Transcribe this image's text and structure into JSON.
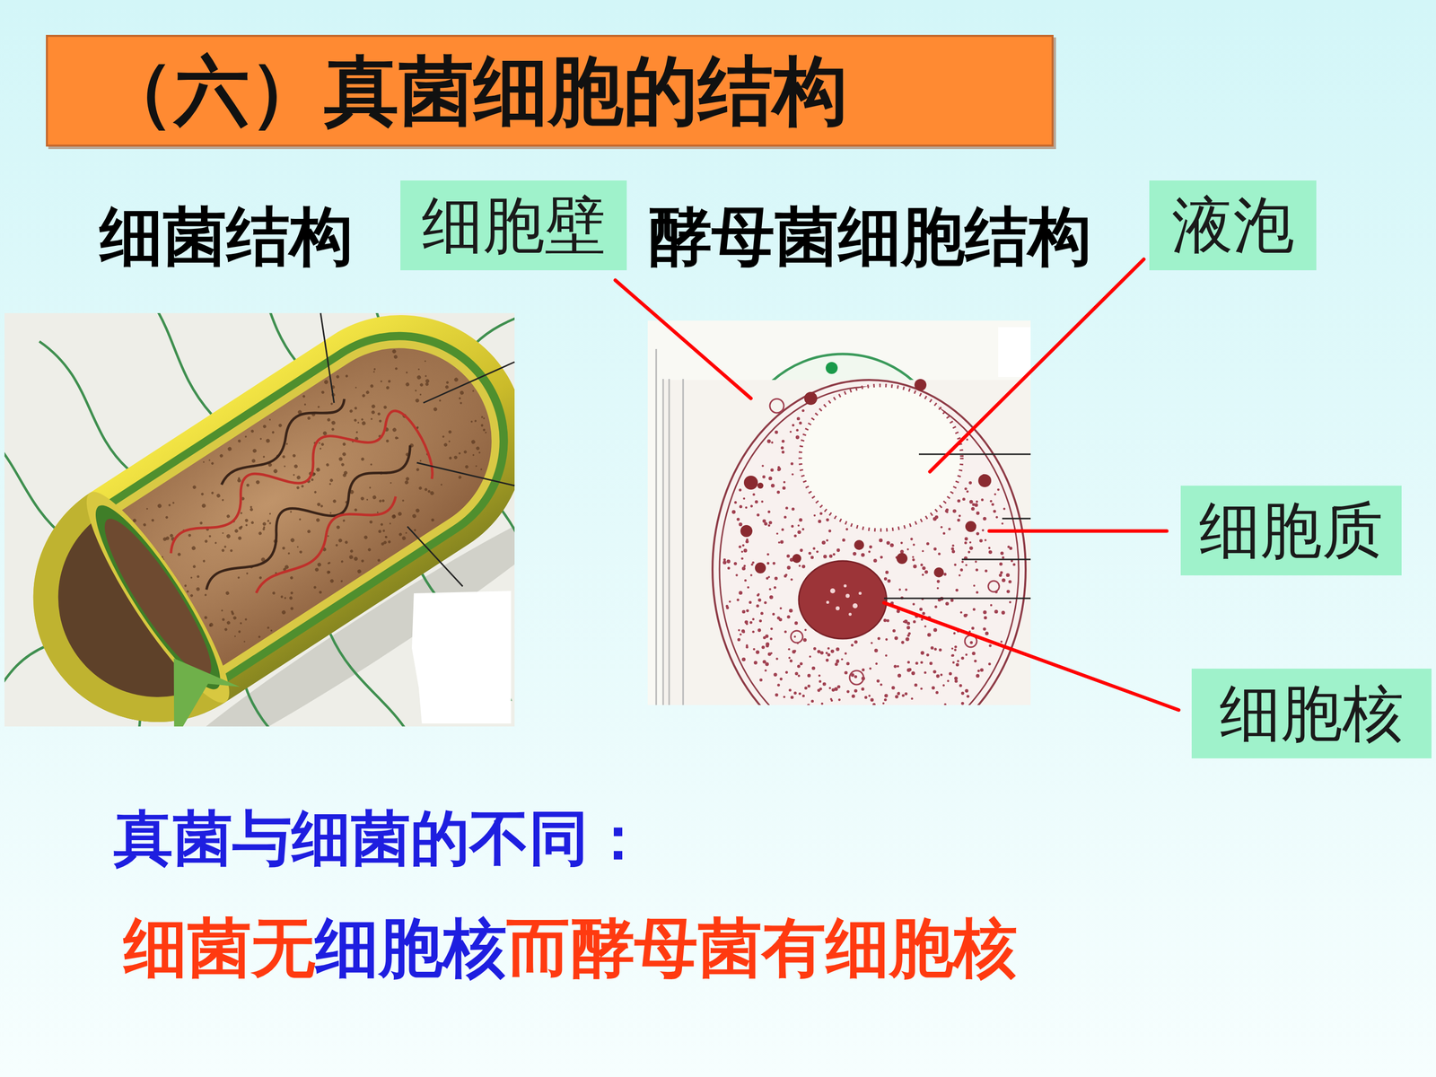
{
  "diagram": {
    "title": "（六）真菌细胞的结构",
    "nodes": [
      {
        "text": [
          "细胞壁"
        ]
      },
      {
        "text": [
          "液泡"
        ]
      },
      {
        "text": [
          "细胞质"
        ]
      },
      {
        "text": [
          "细胞核"
        ]
      }
    ],
    "labels": [
      "细菌结构",
      "酵母菌细胞结构",
      "真菌与细菌的不同：",
      "细菌无",
      "细胞核",
      "而酵母菌有细胞核"
    ]
  }
}
